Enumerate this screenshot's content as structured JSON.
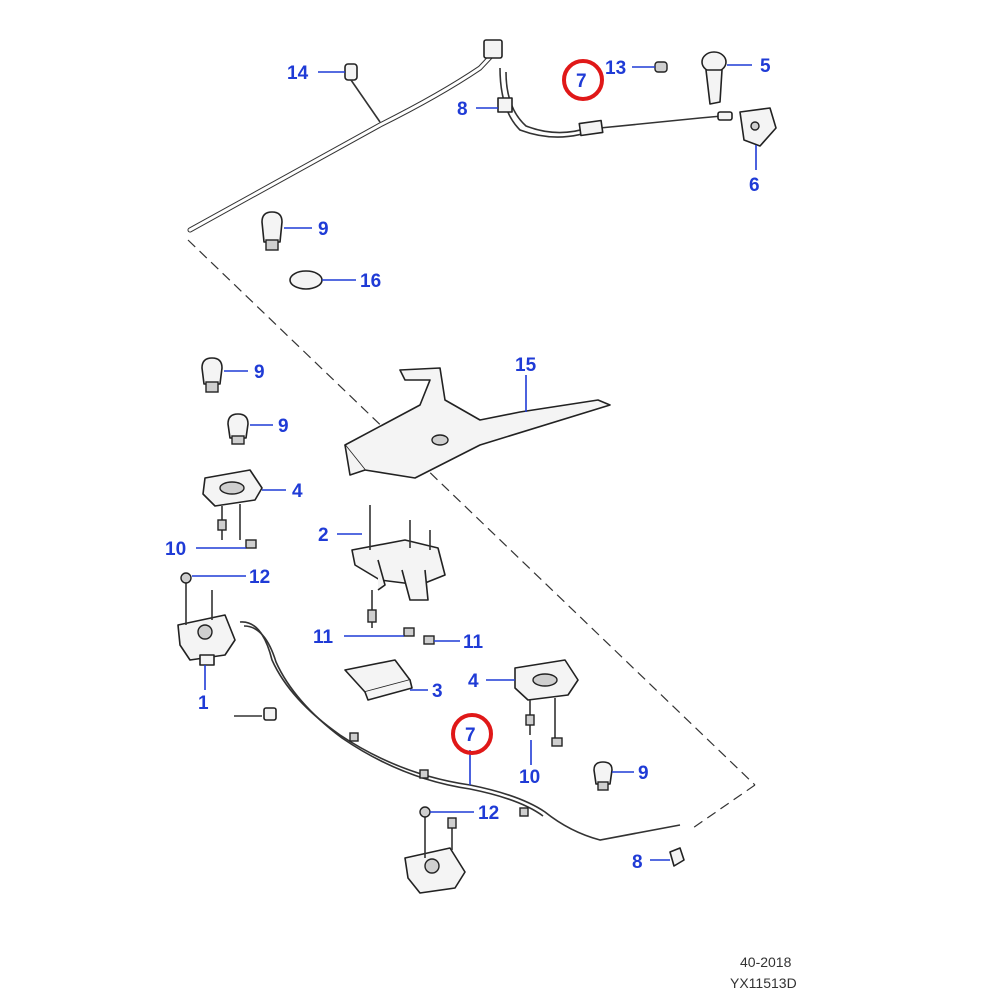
{
  "diagram": {
    "callouts": {
      "c14": "14",
      "c13": "13",
      "c5": "5",
      "c7_top": "7",
      "c8_top": "8",
      "c6": "6",
      "c9_a": "9",
      "c16": "16",
      "c9_b": "9",
      "c15": "15",
      "c9_c": "9",
      "c4_left": "4",
      "c2": "2",
      "c10_left": "10",
      "c12_top": "12",
      "c11_left": "11",
      "c11_right": "11",
      "c4_right": "4",
      "c3": "3",
      "c1": "1",
      "c7_bottom": "7",
      "c10_right": "10",
      "c9_d": "9",
      "c12_bottom": "12",
      "c8_bottom": "8"
    },
    "highlight_color": "#e01818",
    "callout_color": "#1f3bd6",
    "reference": {
      "line1": "40-2018",
      "line2": "YX11513D"
    }
  }
}
